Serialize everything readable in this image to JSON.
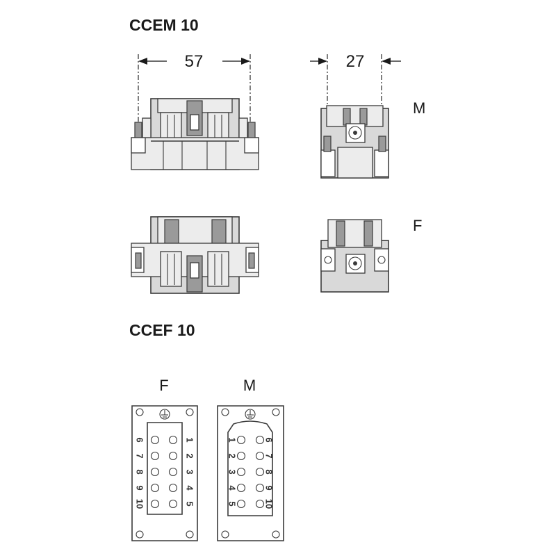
{
  "sections": {
    "top_title": "CCEM 10",
    "bottom_title": "CCEF 10"
  },
  "dimensions": {
    "width": "57",
    "depth": "27"
  },
  "side_labels": {
    "upper_row": "M",
    "lower_row": "F"
  },
  "face_labels": {
    "left": "F",
    "right": "M"
  },
  "female_face": {
    "left_column": [
      "6",
      "7",
      "8",
      "9",
      "10"
    ],
    "right_column": [
      "1",
      "2",
      "3",
      "4",
      "5"
    ]
  },
  "male_face": {
    "left_column": [
      "1",
      "2",
      "3",
      "4",
      "5"
    ],
    "right_column": [
      "6",
      "7",
      "8",
      "9",
      "10"
    ]
  },
  "icons": [
    "earth-ground-icon",
    "screw-hole-icon",
    "contact-pin-icon"
  ]
}
